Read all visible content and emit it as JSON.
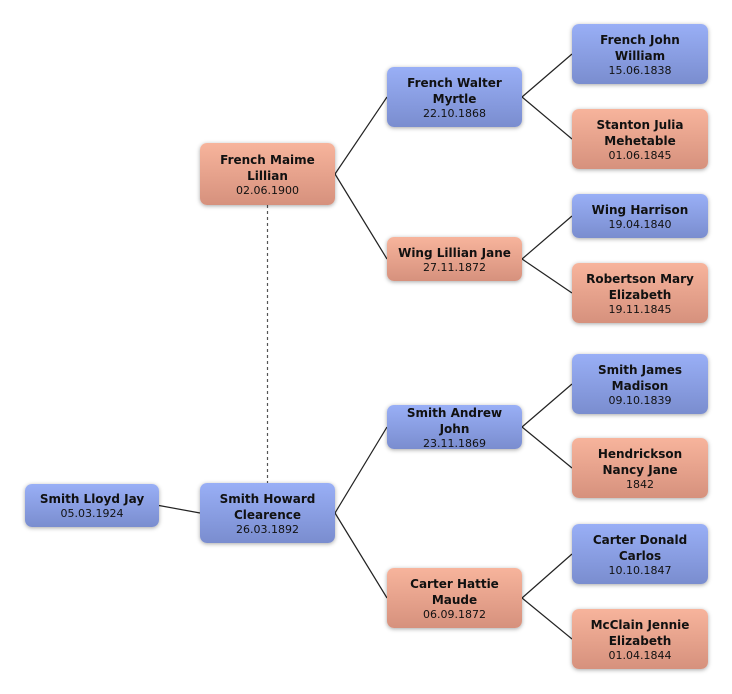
{
  "colors": {
    "male": "#8a9ee3",
    "female": "#e8a28c",
    "line": "#222222"
  },
  "people": [
    {
      "id": "p0",
      "name": "Smith Lloyd Jay",
      "date": "05.03.1924",
      "sex": "m",
      "parent_of": null
    },
    {
      "id": "p1",
      "name": "Smith Howard Clearence",
      "date": "26.03.1892",
      "sex": "m",
      "child": "p0"
    },
    {
      "id": "p2",
      "name": "French Maime Lillian",
      "date": "02.06.1900",
      "sex": "f",
      "spouse": "p1"
    },
    {
      "id": "p3",
      "name": "French Walter Myrtle",
      "date": "22.10.1868",
      "sex": "m",
      "child": "p2"
    },
    {
      "id": "p4",
      "name": "Wing Lillian Jane",
      "date": "27.11.1872",
      "sex": "f",
      "child": "p2"
    },
    {
      "id": "p5",
      "name": "Smith Andrew John",
      "date": "23.11.1869",
      "sex": "m",
      "child": "p1"
    },
    {
      "id": "p6",
      "name": "Carter Hattie Maude",
      "date": "06.09.1872",
      "sex": "f",
      "child": "p1"
    },
    {
      "id": "p7",
      "name": "French John William",
      "date": "15.06.1838",
      "sex": "m",
      "child": "p3"
    },
    {
      "id": "p8",
      "name": "Stanton Julia Mehetable",
      "date": "01.06.1845",
      "sex": "f",
      "child": "p3"
    },
    {
      "id": "p9",
      "name": "Wing Harrison",
      "date": "19.04.1840",
      "sex": "m",
      "child": "p4"
    },
    {
      "id": "p10",
      "name": "Robertson Mary Elizabeth",
      "date": "19.11.1845",
      "sex": "f",
      "child": "p4"
    },
    {
      "id": "p11",
      "name": "Smith James Madison",
      "date": "09.10.1839",
      "sex": "m",
      "child": "p5"
    },
    {
      "id": "p12",
      "name": "Hendrickson Nancy Jane",
      "date": "1842",
      "sex": "f",
      "child": "p5"
    },
    {
      "id": "p13",
      "name": "Carter Donald Carlos",
      "date": "10.10.1847",
      "sex": "m",
      "child": "p6"
    },
    {
      "id": "p14",
      "name": "McClain Jennie Elizabeth",
      "date": "01.04.1844",
      "sex": "f",
      "child": "p6"
    }
  ]
}
